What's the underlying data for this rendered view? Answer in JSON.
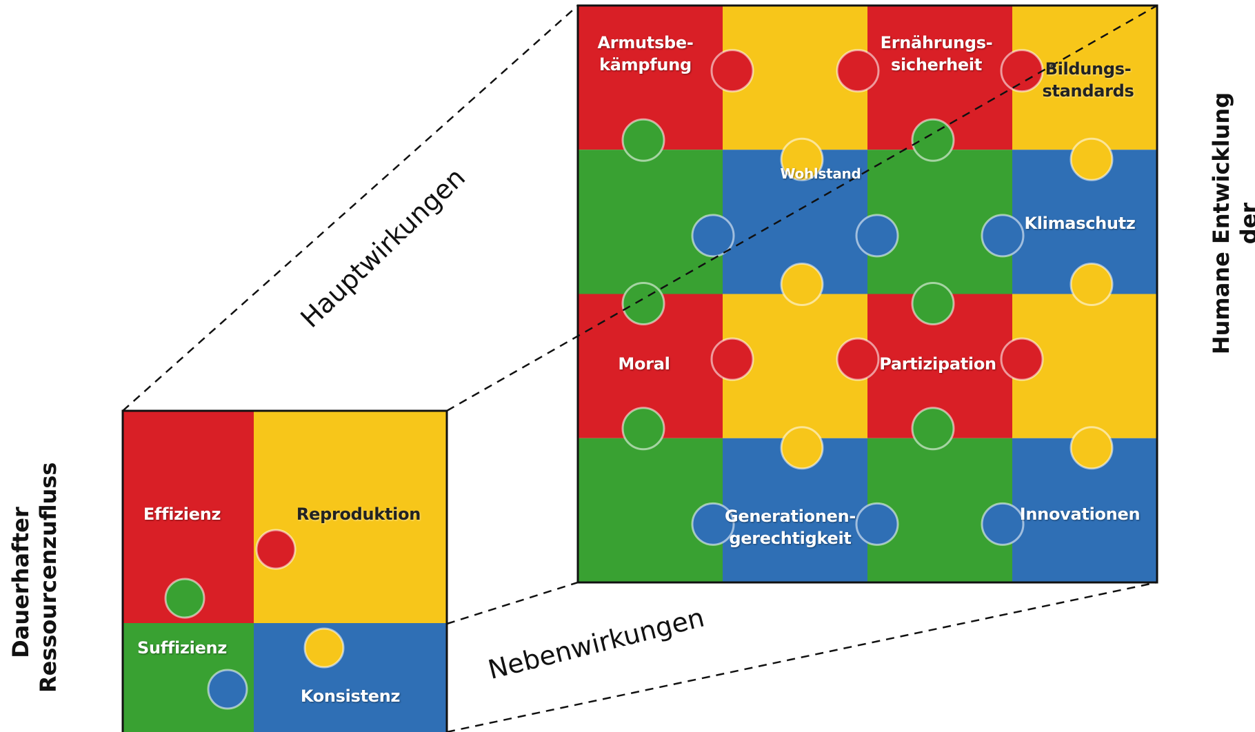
{
  "colors": {
    "red": "#d91f26",
    "yellow": "#f7c61a",
    "green": "#39a132",
    "blue": "#2f6fb5"
  },
  "big_puzzle": {
    "rows": [
      [
        "red",
        "yellow",
        "red",
        "yellow"
      ],
      [
        "green",
        "blue",
        "green",
        "blue"
      ],
      [
        "red",
        "yellow",
        "red",
        "yellow"
      ],
      [
        "green",
        "blue",
        "green",
        "blue"
      ]
    ],
    "labels": {
      "armut": "Armutsbe-\nkämpfung",
      "ernaehrung": "Ernährungs-\nsicherheit",
      "bildung": "Bildungs-\nstandards",
      "wohlstand": "Wohlstand",
      "klimaschutz": "Klimaschutz",
      "moral": "Moral",
      "partizipation": "Partizipation",
      "generationen": "Generationen-\ngerechtigkeit",
      "innovationen": "Innovationen"
    }
  },
  "small_puzzle": {
    "colors": [
      "red",
      "yellow",
      "green",
      "blue"
    ],
    "labels": {
      "effizienz": "Effizienz",
      "reproduktion": "Reproduktion",
      "suffizienz": "Suffizienz",
      "konsistenz": "Konsistenz"
    }
  },
  "side_labels": {
    "left": "Dauerhafter\nRessourcenzufluss",
    "right": "Humane Entwicklung der\nWelt"
  },
  "connector_labels": {
    "haupt": "Hauptwirkungen",
    "neben": "Nebenwirkungen"
  }
}
